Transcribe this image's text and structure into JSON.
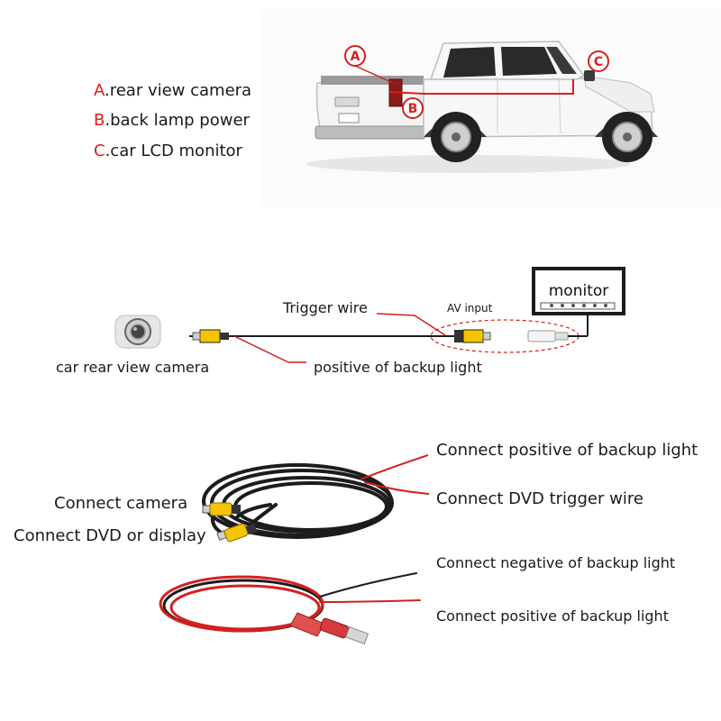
{
  "colors": {
    "accent_red": "#d42020",
    "cable_black": "#1c1c1c",
    "connector_yellow": "#f5c400",
    "truck_white": "#f6f6f6"
  },
  "legend": [
    {
      "letter": "A",
      "text": ".rear view camera"
    },
    {
      "letter": "B",
      "text": ".back lamp power"
    },
    {
      "letter": "C",
      "text": ".car LCD monitor"
    }
  ],
  "truck": {
    "callouts": [
      "A",
      "B",
      "C"
    ]
  },
  "wiring": {
    "camera_label": "car rear view camera",
    "trigger_label": "Trigger wire",
    "av_input_label": "AV input",
    "monitor_label": "monitor",
    "backup_label": "positive of backup light"
  },
  "cable": {
    "labels": {
      "connect_positive_top": "Connect positive of backup light",
      "connect_camera": "Connect camera",
      "connect_dvd_trigger": "Connect DVD trigger wire",
      "connect_dvd_display": "Connect DVD or display",
      "connect_negative": "Connect negative of backup light",
      "connect_positive_bottom": "Connect positive of backup light"
    }
  }
}
